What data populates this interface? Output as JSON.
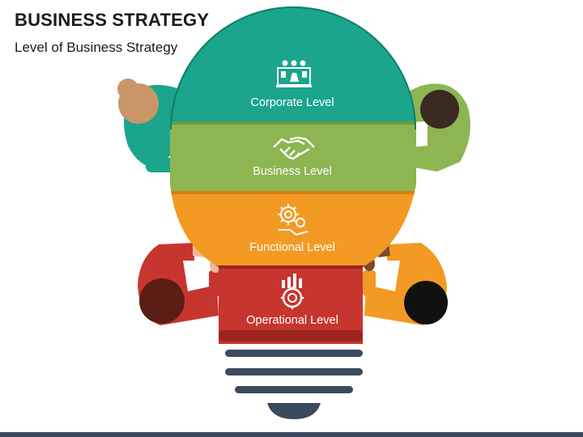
{
  "header": {
    "title": "BUSINESS STRATEGY",
    "subtitle": "Level of Business Strategy"
  },
  "levels": [
    {
      "label": "Corporate Level",
      "color": "#1aa58c",
      "icon": "boardroom-icon"
    },
    {
      "label": "Business Level",
      "color": "#8db552",
      "icon": "handshake-icon"
    },
    {
      "label": "Functional Level",
      "color": "#f39a24",
      "icon": "gear-idea-icon"
    },
    {
      "label": "Operational Level",
      "color": "#c7352f",
      "icon": "growth-gear-icon"
    }
  ],
  "colors": {
    "bulb_base": "#3b4a5c",
    "bottom_bar": "#3b4a5c"
  }
}
